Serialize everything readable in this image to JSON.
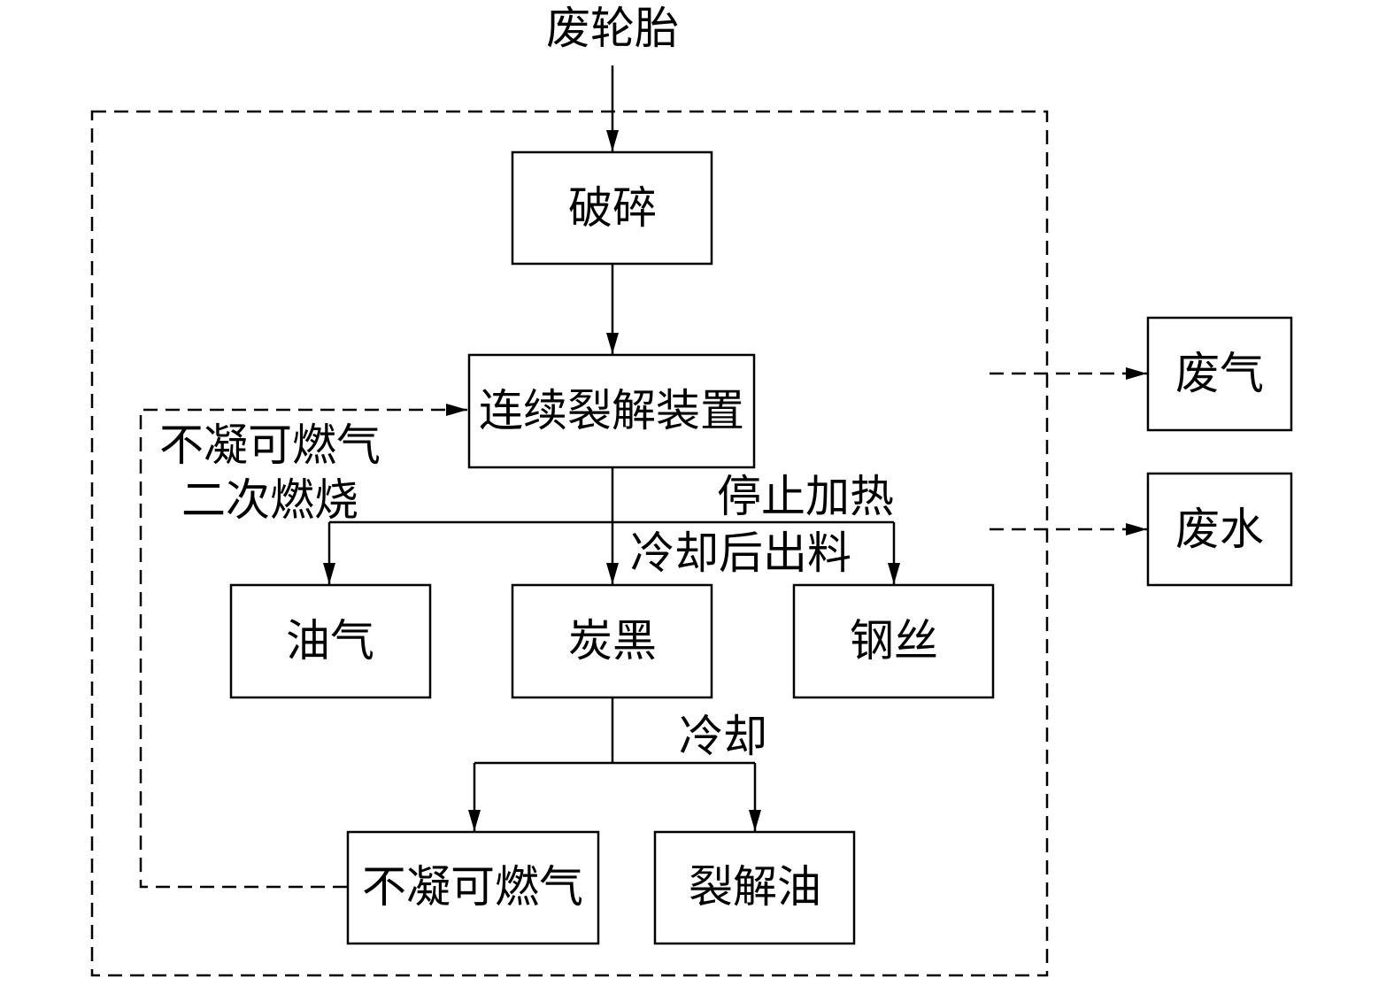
{
  "input": "废轮胎",
  "nodes": {
    "crushing": "破碎",
    "pyrolysis_unit": "连续裂解装置",
    "oil_gas": "油气",
    "carbon_black": "炭黑",
    "steel_wire": "钢丝",
    "non_condensable_gas": "不凝可燃气",
    "pyrolysis_oil": "裂解油",
    "waste_gas": "废气",
    "waste_water": "废水"
  },
  "edge_labels": {
    "recycle_line1": "不凝可燃气",
    "recycle_line2": "二次燃烧",
    "stop_heating": "停止加热",
    "cool_discharge": "冷却后出料",
    "cooling": "冷却"
  }
}
